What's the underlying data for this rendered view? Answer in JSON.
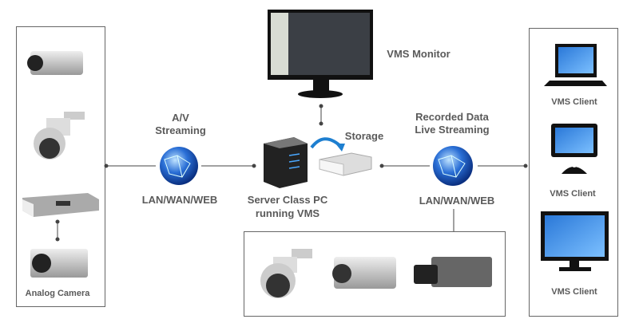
{
  "labels": {
    "vms_monitor": "VMS Monitor",
    "av_streaming_1": "A/V",
    "av_streaming_2": "Streaming",
    "network_left": "LAN/WAN/WEB",
    "server_1": "Server Class PC",
    "server_2": "running VMS",
    "storage": "Storage",
    "recorded_1": "Recorded Data",
    "recorded_2": "Live Streaming",
    "network_right": "LAN/WAN/WEB",
    "analog_camera": "Analog Camera",
    "clients": [
      "VMS Client",
      "VMS Client",
      "VMS Client"
    ]
  },
  "colors": {
    "text": "#5a5a5a",
    "globe": "#2a6fd6",
    "arrow": "#1e7fd0",
    "screen": "#3a8ee6"
  }
}
